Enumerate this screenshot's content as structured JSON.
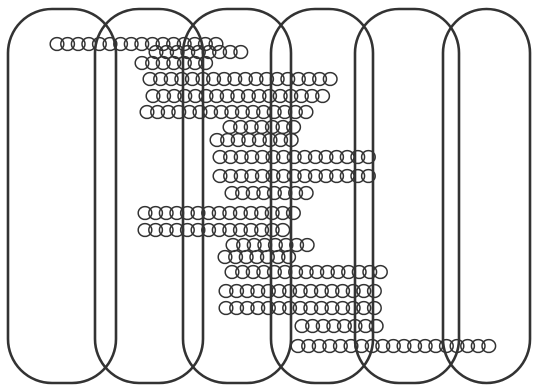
{
  "diagram": {
    "stroke_color": "#333333",
    "background_color": "#ffffff",
    "columns": [
      {
        "id": "column-1"
      },
      {
        "id": "column-2"
      },
      {
        "id": "column-3"
      },
      {
        "id": "column-4"
      },
      {
        "id": "column-5"
      },
      {
        "id": "column-6"
      }
    ],
    "bead_rows": [
      {
        "row": 1,
        "bead_count": 16
      },
      {
        "row": 2,
        "bead_count": 9
      },
      {
        "row": 3,
        "bead_count": 7
      },
      {
        "row": 4,
        "bead_count": 18
      },
      {
        "row": 5,
        "bead_count": 17
      },
      {
        "row": 6,
        "bead_count": 16
      },
      {
        "row": 7,
        "bead_count": 7
      },
      {
        "row": 8,
        "bead_count": 8
      },
      {
        "row": 9,
        "bead_count": 15
      },
      {
        "row": 10,
        "bead_count": 15
      },
      {
        "row": 11,
        "bead_count": 8
      },
      {
        "row": 12,
        "bead_count": 15
      },
      {
        "row": 13,
        "bead_count": 14
      },
      {
        "row": 14,
        "bead_count": 8
      },
      {
        "row": 15,
        "bead_count": 7
      },
      {
        "row": 16,
        "bead_count": 15
      },
      {
        "row": 17,
        "bead_count": 15
      },
      {
        "row": 18,
        "bead_count": 15
      },
      {
        "row": 19,
        "bead_count": 8
      },
      {
        "row": 20,
        "bead_count": 19
      }
    ]
  }
}
